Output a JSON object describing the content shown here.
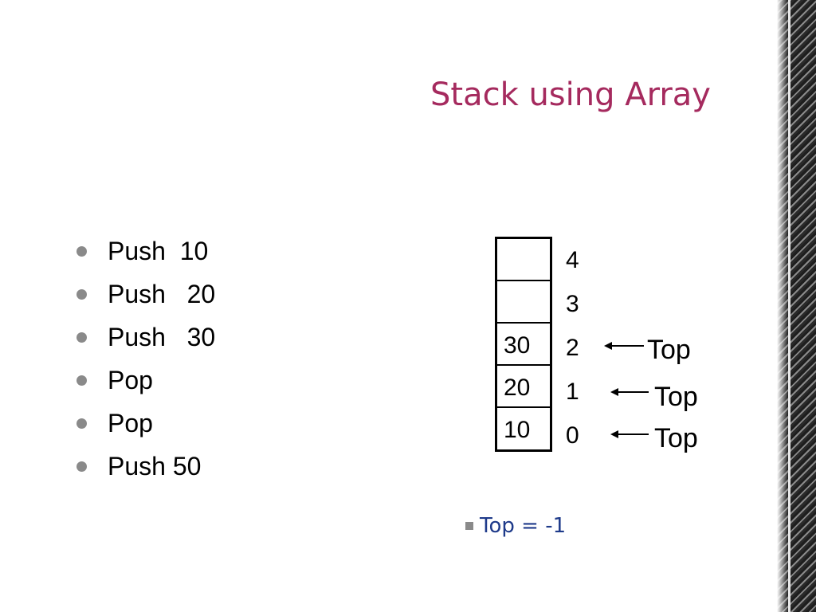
{
  "slide": {
    "title": "Stack using Array",
    "operations": [
      "Push  10",
      "Push   20",
      "Push   30",
      "Pop",
      "Pop",
      "Push 50"
    ],
    "stack": {
      "cells": [
        "",
        "",
        "30",
        "20",
        "10"
      ],
      "indices": [
        "4",
        "3",
        "2",
        "1",
        "0"
      ]
    },
    "top_pointers": [
      "Top",
      "Top",
      "Top"
    ],
    "note": "Top = -1"
  },
  "colors": {
    "title": "#a52a5e",
    "note": "#1e3a8a",
    "bullet": "#8a8a8a"
  }
}
